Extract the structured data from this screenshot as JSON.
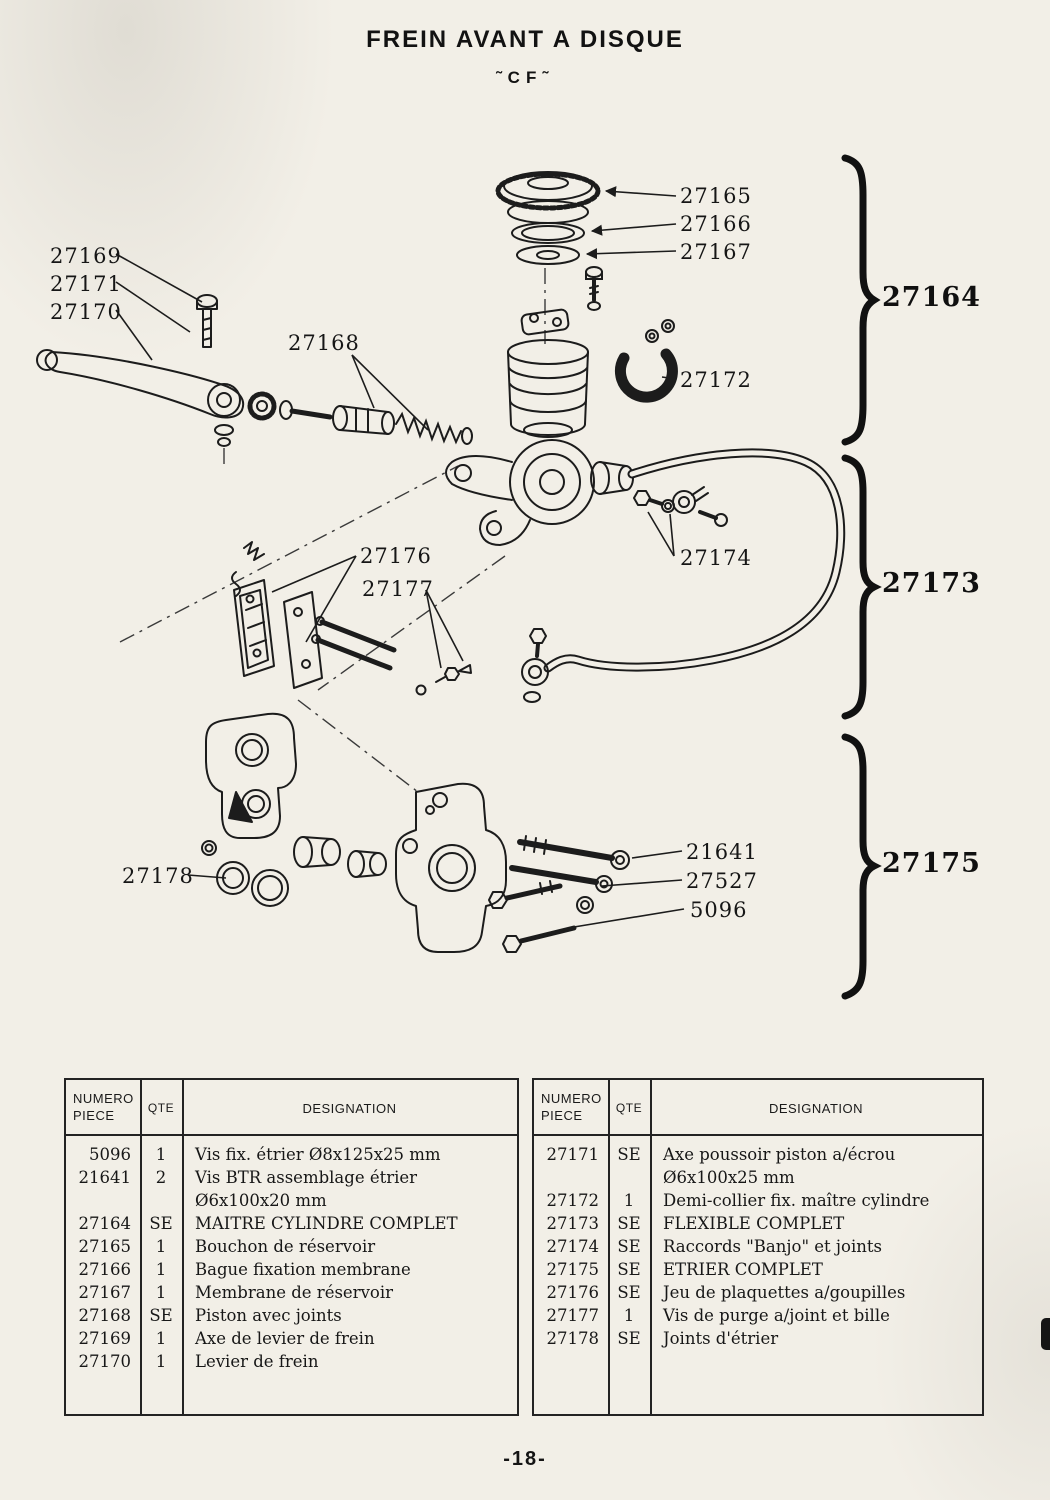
{
  "page": {
    "title": "FREIN AVANT A DISQUE",
    "subtitle": "˜CF˜",
    "page_number": "-18-"
  },
  "diagram": {
    "labels": [
      "27169",
      "27171",
      "27170",
      "27165",
      "27166",
      "27167",
      "27168",
      "27172",
      "27174",
      "27176",
      "27177",
      "27178",
      "21641",
      "27527",
      "5096"
    ],
    "groups": [
      "27164",
      "27173",
      "27175"
    ]
  },
  "table": {
    "headers": {
      "numero1": "NUMERO",
      "numero2": "PIECE",
      "qte": "QTE",
      "designation": "DESIGNATION"
    },
    "left_rows": [
      {
        "num": "5096",
        "qte": "1",
        "des": "Vis fix. étrier Ø8x125x25 mm"
      },
      {
        "num": "21641",
        "qte": "2",
        "des": "Vis BTR assemblage étrier"
      },
      {
        "num": "",
        "qte": "",
        "des": "Ø6x100x20 mm"
      },
      {
        "num": "27164",
        "qte": "SE",
        "des": "MAITRE CYLINDRE COMPLET"
      },
      {
        "num": "27165",
        "qte": "1",
        "des": "Bouchon de réservoir"
      },
      {
        "num": "27166",
        "qte": "1",
        "des": "Bague fixation membrane"
      },
      {
        "num": "27167",
        "qte": "1",
        "des": "Membrane de réservoir"
      },
      {
        "num": "27168",
        "qte": "SE",
        "des": "Piston avec joints"
      },
      {
        "num": "27169",
        "qte": "1",
        "des": "Axe de levier de frein"
      },
      {
        "num": "27170",
        "qte": "1",
        "des": "Levier de frein"
      }
    ],
    "right_rows": [
      {
        "num": "27171",
        "qte": "SE",
        "des": "Axe poussoir piston a/écrou"
      },
      {
        "num": "",
        "qte": "",
        "des": "Ø6x100x25 mm"
      },
      {
        "num": "27172",
        "qte": "1",
        "des": "Demi-collier fix. maître cylindre"
      },
      {
        "num": "27173",
        "qte": "SE",
        "des": "FLEXIBLE COMPLET"
      },
      {
        "num": "27174",
        "qte": "SE",
        "des": "Raccords \"Banjo\" et joints"
      },
      {
        "num": "27175",
        "qte": "SE",
        "des": "ETRIER COMPLET"
      },
      {
        "num": "27176",
        "qte": "SE",
        "des": "Jeu de plaquettes a/goupilles"
      },
      {
        "num": "27177",
        "qte": "1",
        "des": "Vis de purge a/joint et bille"
      },
      {
        "num": "27178",
        "qte": "SE",
        "des": "Joints d'étrier"
      }
    ]
  }
}
